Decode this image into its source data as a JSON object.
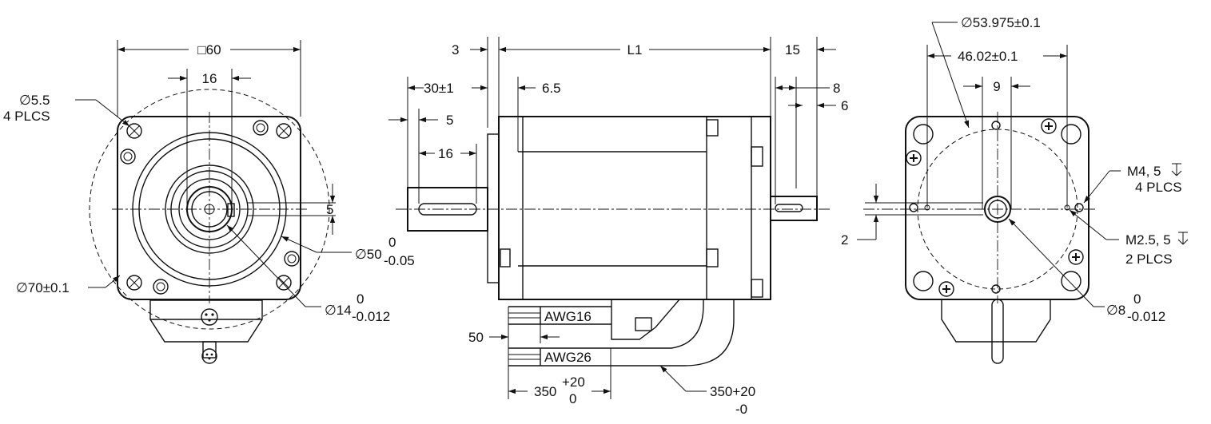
{
  "front_view": {
    "square": "□60",
    "keyway_16": "16",
    "hole_dia": "∅5.5",
    "hole_qty": "4 PLCS",
    "bolt_circle": "∅70±0.1",
    "key_width": "5",
    "pilot_dia": "∅50",
    "pilot_tol_upper": "0",
    "pilot_tol_lower": "-0.05",
    "shaft_dia": "∅14",
    "shaft_tol_upper": "0",
    "shaft_tol_lower": "-0.012"
  },
  "side_view": {
    "flange_3": "3",
    "length": "L1",
    "tail_15": "15",
    "shaft_30": "30±1",
    "step_6_5": "6.5",
    "rear_8": "8",
    "rear_6": "6",
    "key_offset": "5",
    "key_length": "16",
    "cable_1": "AWG16",
    "cable_2": "AWG26",
    "strip": "50",
    "lead_len_a": "350",
    "lead_tol_a_upper": "+20",
    "lead_tol_a_lower": "0",
    "lead_len_b": "350+20",
    "lead_tol_b_lower": "-0"
  },
  "rear_view": {
    "circle": "∅53.975±0.1",
    "spacing": "46.02±0.1",
    "center_9": "9",
    "m4": "M4, 5",
    "m4_qty": "4 PLCS",
    "m25": "M2.5, 5",
    "m25_qty": "2 PLCS",
    "flat_2": "2",
    "shaft_dia": "∅8",
    "shaft_tol_upper": "0",
    "shaft_tol_lower": "-0.012"
  }
}
